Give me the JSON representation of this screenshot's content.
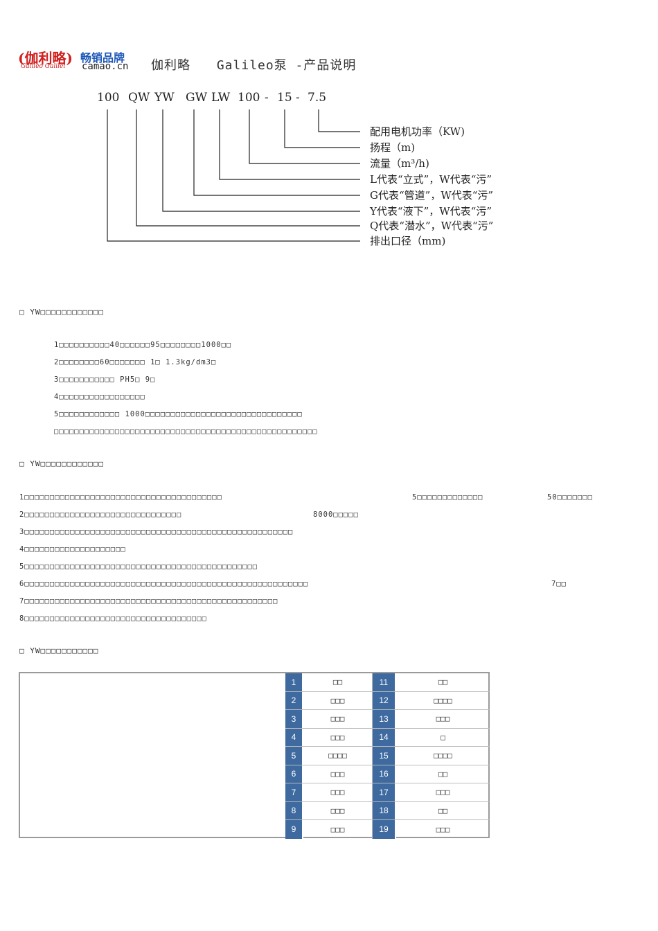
{
  "header": {
    "logo_main": "(伽利略)",
    "logo_sub": "Galileo Galilei",
    "logo_cn": "畅销品牌",
    "logo_url": "camao.cn",
    "title_parts": [
      "伽利略",
      "Galileo泵 -产品说明"
    ]
  },
  "diagram": {
    "codes": [
      "100",
      "QW",
      "YW",
      "GW",
      "LW",
      "100",
      "-",
      "15",
      "-",
      "7.5"
    ],
    "legend": [
      "配用电机功率（KW)",
      "扬程（m)",
      "流量（m³/h)",
      "L代表“立式”，W代表“污”",
      "G代表“管道”，W代表“污”",
      "Y代表“液下”，W代表“污”",
      "Q代表“潜水”，W代表“污”",
      "排出口径（mm)"
    ]
  },
  "sections": {
    "conditions_title": "□ YW□□□□□□□□□□□□",
    "conditions": [
      "1□□□□□□□□□□40□□□□□□95□□□□□□□□1000□□",
      "2□□□□□□□□60□□□□□□□         1□ 1.3kg/dm3□",
      "3□□□□□□□□□□□        PH5□ 9□",
      "4□□□□□□□□□□□□□□□□□",
      "5□□□□□□□□□□□□         1000□□□□□□□□□□□□□□□□□□□□□□□□□□□□□□□",
      "□□□□□□□□□□□□□□□□□□□□□□□□□□□□□□□□□□□□□□□□□□□□□□□□□□□□"
    ],
    "features_title": "□ YW□□□□□□□□□□□□",
    "features": [
      {
        "text": "1□□□□□□□□□□□□□□□□□□□□□□□□□□□□□□□□□□□□□□□",
        "extra1": "5□□□□□□□□□□□□□",
        "extra2": "50□□□□□□□"
      },
      {
        "text": "2□□□□□□□□□□□□□□□□□□□□□□□□□□□□□□□",
        "extra1": "8000□□□□□",
        "extra2": ""
      },
      {
        "text": "3□□□□□□□□□□□□□□□□□□□□□□□□□□□□□□□□□□□□□□□□□□□□□□□□□□□□□",
        "extra1": "",
        "extra2": ""
      },
      {
        "text": "4□□□□□□□□□□□□□□□□□□□□",
        "extra1": "",
        "extra2": ""
      },
      {
        "text": "5□□□□□□□□□□□□□□□□□□□□□□□□□□□□□□□□□□□□□□□□□□□□□□",
        "extra1": "",
        "extra2": ""
      },
      {
        "text": "6□□□□□□□□□□□□□□□□□□□□□□□□□□□□□□□□□□□□□□□□□□□□□□□□□□□□□□□□",
        "extra1": "7□□",
        "extra2": ""
      },
      {
        "text": "7□□□□□□□□□□□□□□□□□□□□□□□□□□□□□□□□□□□□□□□□□□□□□□□□□□",
        "extra1": "",
        "extra2": ""
      },
      {
        "text": "8□□□□□□□□□□□□□□□□□□□□□□□□□□□□□□□□□□□□",
        "extra1": "",
        "extra2": ""
      }
    ],
    "structure_title": "□ YW□□□□□□□□□□□"
  },
  "parts": {
    "left": [
      {
        "num": "1",
        "name": "□□"
      },
      {
        "num": "2",
        "name": "□□□"
      },
      {
        "num": "3",
        "name": "□□□"
      },
      {
        "num": "4",
        "name": "□□□"
      },
      {
        "num": "5",
        "name": "□□□□"
      },
      {
        "num": "6",
        "name": "□□□"
      },
      {
        "num": "7",
        "name": "□□□"
      },
      {
        "num": "8",
        "name": "□□□"
      },
      {
        "num": "9",
        "name": "□□□"
      }
    ],
    "right": [
      {
        "num": "11",
        "name": "□□"
      },
      {
        "num": "12",
        "name": "□□□□"
      },
      {
        "num": "13",
        "name": "□□□"
      },
      {
        "num": "14",
        "name": "□"
      },
      {
        "num": "15",
        "name": "□□□□"
      },
      {
        "num": "16",
        "name": "□□"
      },
      {
        "num": "17",
        "name": "□□□"
      },
      {
        "num": "18",
        "name": "□□"
      },
      {
        "num": "19",
        "name": "□□□"
      }
    ]
  },
  "colors": {
    "logo_red": "#d21f1f",
    "logo_blue": "#1e57b7",
    "cell_blue": "#3e6aa0"
  }
}
